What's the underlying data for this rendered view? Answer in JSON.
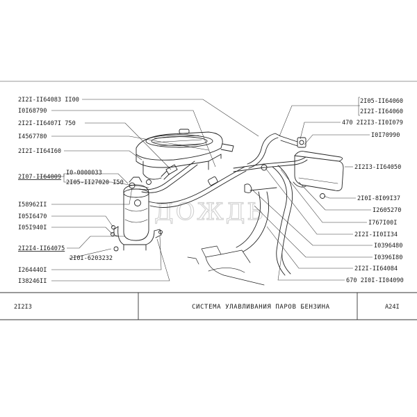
{
  "watermark": "ДОЖДЬ",
  "footer": {
    "left_code": "2I2I3",
    "title": "СИСТЕМА  УЛАВЛИВАНИЯ  ПАРОВ  БЕНЗИНА",
    "sheet": "A24I"
  },
  "labels_left": [
    "2I2I-II64083  II00",
    "I0I68790",
    "2I2I-II6407I  750",
    "I4567780",
    "2I2I-II64I60",
    "2I07-II64009",
    "I0-0000033",
    "2I05-II27020  I50",
    "I58962II",
    "I05I6470",
    "I05I940I",
    "2I2I4-II64075",
    "2I0I-6203232",
    "I26444OI",
    "I38246II"
  ],
  "labels_right": [
    "2I05-II64060",
    "2I2I-II64060",
    "470  2I2I3-II0I079",
    "I0I70990",
    "2I2I3-II64050",
    "2I0I-8I09I37",
    "I2605270",
    "I767I00I",
    "2I2I-II0II34",
    "I0396480",
    "I0396I80",
    "2I2I-II64084",
    "670  2I0I-II04090"
  ]
}
